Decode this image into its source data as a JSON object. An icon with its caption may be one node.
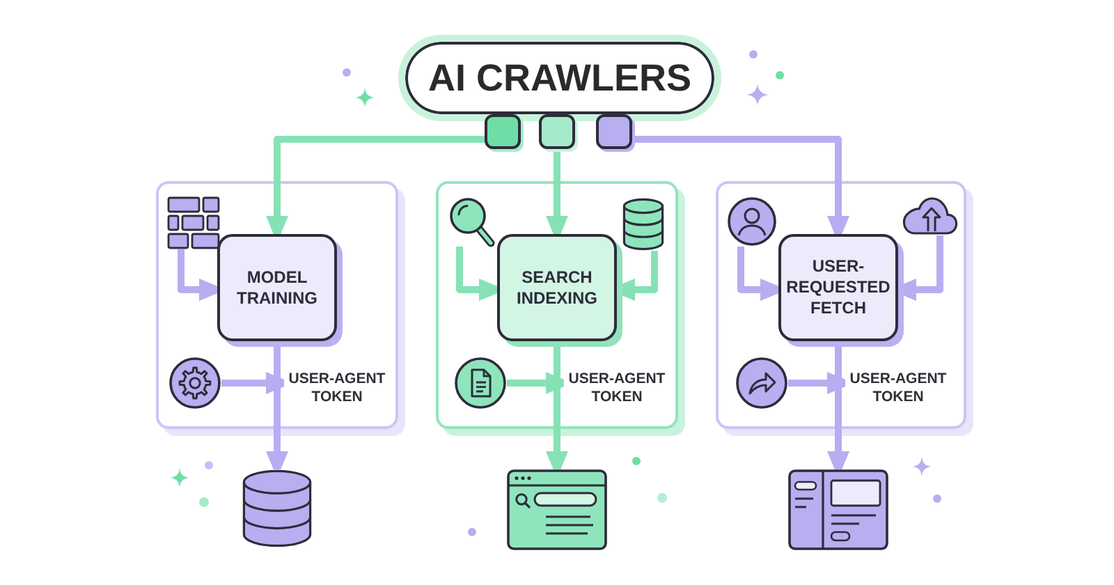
{
  "diagram": {
    "nodes": [
      {
        "text": [
          "AI CRAWLERS"
        ]
      },
      {
        "text": [],
        "shape": "box"
      },
      {
        "text": [],
        "shape": "box"
      },
      {
        "text": [],
        "shape": "box"
      },
      {
        "text": [],
        "shape": "box"
      },
      {
        "text": [],
        "shape": "picture",
        "in": 4
      },
      {
        "text": [
          "MODEL TRAINING"
        ],
        "in": 4
      },
      {
        "text": [],
        "shape": "picture",
        "in": 4
      },
      {
        "text": [
          "USER-AGENT TOKEN"
        ],
        "in": 4
      },
      {
        "text": [],
        "shape": "box"
      },
      {
        "text": [],
        "shape": "picture",
        "in": 9
      },
      {
        "text": [
          "SEARCH INDEXING"
        ],
        "in": 9
      },
      {
        "text": [],
        "shape": "cylinder",
        "in": 9
      },
      {
        "text": [],
        "shape": "picture",
        "in": 9
      },
      {
        "text": [
          "USER-AGENT TOKEN"
        ],
        "in": 9
      },
      {
        "text": [],
        "shape": "box"
      },
      {
        "text": [],
        "shape": "picture",
        "in": 15
      },
      {
        "text": [
          "USER-REQUESTED FETCH"
        ],
        "in": 15
      },
      {
        "text": [],
        "shape": "picture",
        "in": 15
      },
      {
        "text": [],
        "shape": "picture",
        "in": 15
      },
      {
        "text": [
          "USER-AGENT TOKEN"
        ],
        "in": 15
      },
      {
        "text": [],
        "shape": "cylinder"
      },
      {
        "text": [],
        "shape": "picture"
      },
      {
        "text": [],
        "shape": "picture"
      }
    ],
    "edges": [
      {
        "from": 1,
        "to": 6,
        "arrow": "to",
        "color": "#86e2b5"
      },
      {
        "from": 2,
        "to": 11,
        "arrow": "to",
        "color": "#86e2b5"
      },
      {
        "from": 3,
        "to": 17,
        "arrow": "to"
      },
      {
        "from": 5,
        "to": 6,
        "arrow": "to"
      },
      {
        "from": 7,
        "to": 8,
        "arrow": "to"
      },
      {
        "from": 6,
        "to": 21,
        "arrow": "to"
      },
      {
        "from": 10,
        "to": 11,
        "arrow": "to",
        "color": "#86e2b5"
      },
      {
        "from": 12,
        "to": 11,
        "arrow": "to",
        "color": "#86e2b5"
      },
      {
        "from": 13,
        "to": 14,
        "arrow": "to",
        "color": "#86e2b5"
      },
      {
        "from": 11,
        "to": 22,
        "arrow": "to",
        "color": "#86e2b5"
      },
      {
        "from": 16,
        "to": 17,
        "arrow": "to"
      },
      {
        "from": 18,
        "to": 17,
        "arrow": "to"
      },
      {
        "from": 19,
        "to": 20,
        "arrow": "to"
      },
      {
        "from": 17,
        "to": 23,
        "arrow": "to"
      }
    ]
  }
}
